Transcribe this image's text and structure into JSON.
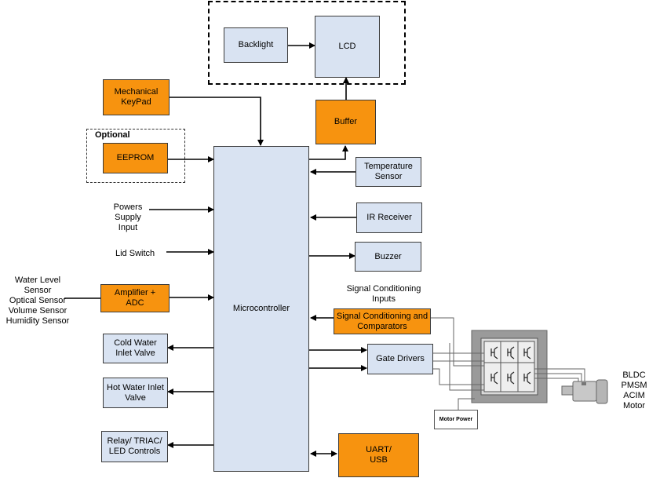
{
  "blocks": {
    "backlight": "Backlight",
    "lcd": "LCD",
    "mechanical_keypad": "Mechanical\nKeyPad",
    "buffer": "Buffer",
    "optional_label": "Optional",
    "eeprom": "EEPROM",
    "microcontroller": "Microcontroller",
    "temperature_sensor": "Temperature\nSensor",
    "ir_receiver": "IR Receiver",
    "buzzer": "Buzzer",
    "amplifier_adc": "Amplifier +\nADC",
    "signal_conditioning": "Signal Conditioning and\nComparators",
    "gate_drivers": "Gate Drivers",
    "cold_water_valve": "Cold Water\nInlet Valve",
    "hot_water_valve": "Hot Water Inlet\nValve",
    "relay_controls": "Relay/ TRIAC/\nLED Controls",
    "uart_usb": "UART/\nUSB",
    "motor_power": "Motor Power"
  },
  "labels": {
    "power_supply": "Powers Supply\nInput",
    "lid_switch": "Lid Switch",
    "sensors": "Water Level Sensor\nOptical Sensor\nVolume Sensor\nHumidity Sensor",
    "signal_inputs": "Signal Conditioning\nInputs",
    "motor_types": "BLDC\nPMSM\nACIM\nMotor"
  },
  "colors": {
    "processing_block": "#f7930f",
    "peripheral_block": "#d9e3f2",
    "line": "#000000"
  }
}
